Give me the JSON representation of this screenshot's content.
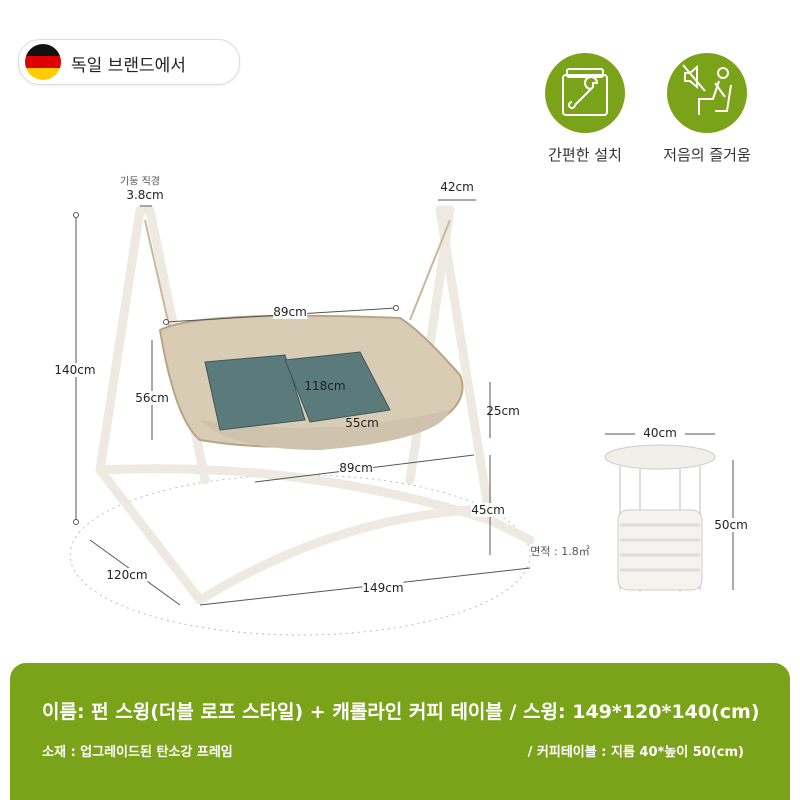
{
  "badge": {
    "text": "독일 브랜드에서",
    "icon": "germany-flag-icon"
  },
  "features": [
    {
      "label": "간편한 설치",
      "icon": "toolbox-wrench-icon"
    },
    {
      "label": "저음의 즐거움",
      "icon": "silent-seat-icon"
    }
  ],
  "dimensions": {
    "pillar_label": "기둥 직경",
    "pillar": "3.8cm",
    "top_width": "42cm",
    "seat_width_top": "89cm",
    "height": "140cm",
    "back_height": "56cm",
    "seat_length": "118cm",
    "seat_depth": "55cm",
    "arm_height": "25cm",
    "seat_width_bottom": "89cm",
    "seat_height": "45cm",
    "depth": "120cm",
    "width": "149cm",
    "area": "면적 : 1.8㎡",
    "table_diameter": "40cm",
    "table_height": "50cm"
  },
  "colors": {
    "accent": "#7ba31a",
    "frame": "#f1ece4"
  },
  "banner": {
    "title": "이름: 펀 스윙(더블 로프 스타일) + 캐롤라인 커피 테이블 / 스윙: 149*120*140(cm)",
    "material": "소재 : 업그레이드된 탄소강 프레임",
    "table": "/ 커피테이블 : 지름 40*높이 50(cm)"
  }
}
